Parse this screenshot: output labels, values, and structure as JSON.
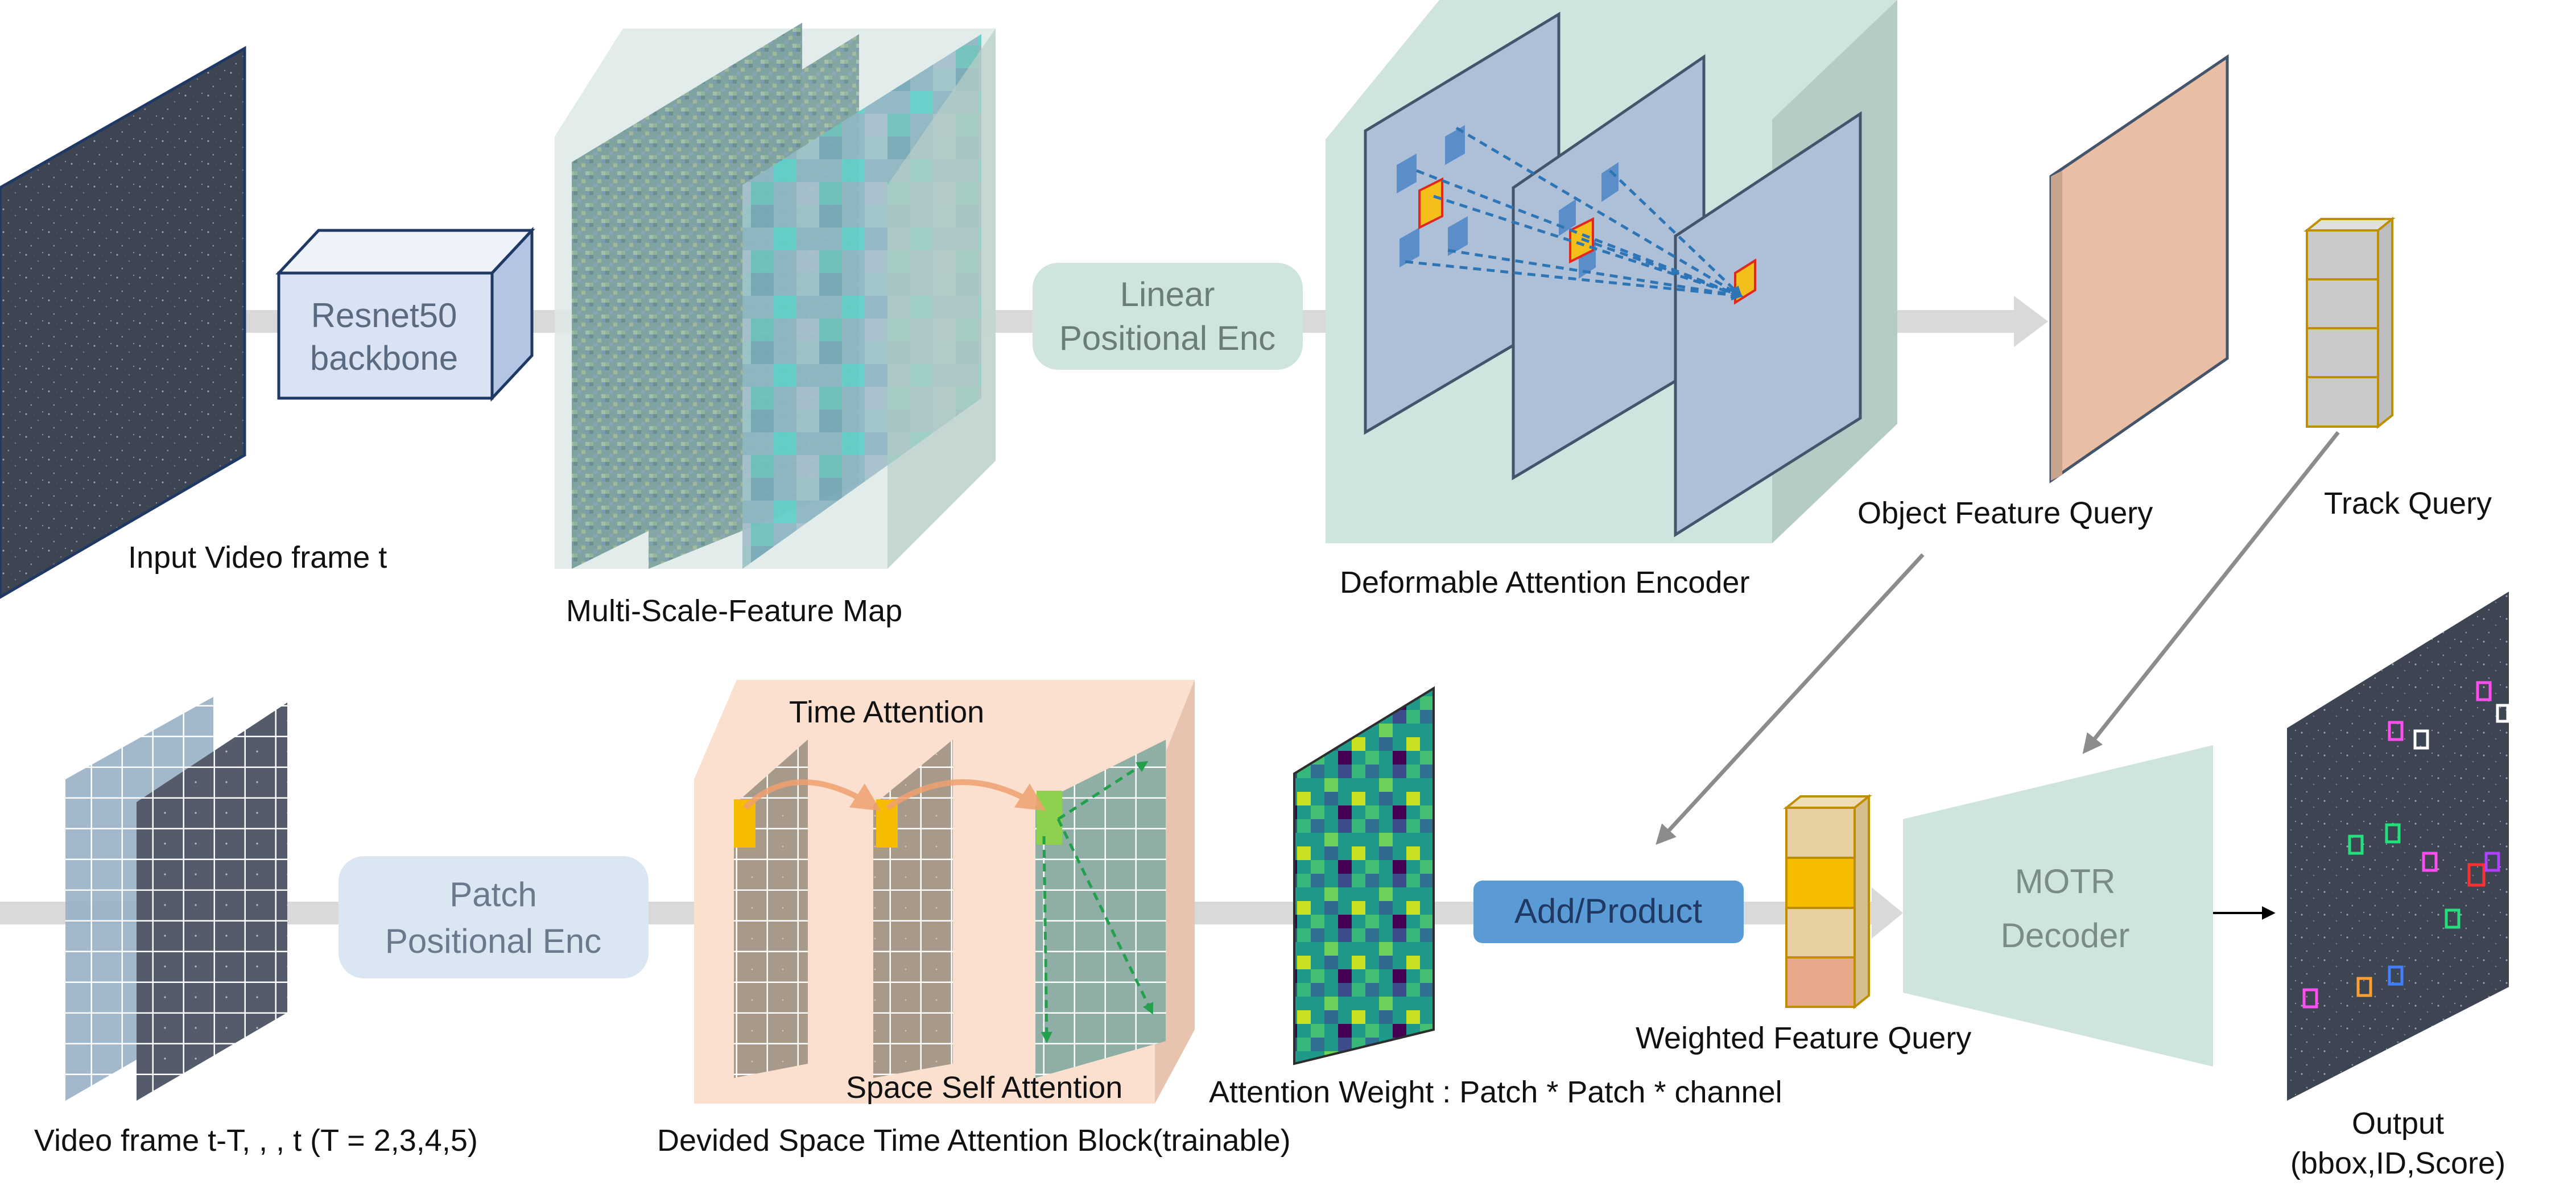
{
  "pipeline_top": {
    "input_label": "Input Video frame t",
    "backbone_line1": "Resnet50",
    "backbone_line2": "backbone",
    "feature_map_label": "Multi-Scale-Feature Map",
    "pos_enc_line1": "Linear",
    "pos_enc_line2": "Positional Enc",
    "encoder_label": "Deformable Attention Encoder",
    "object_query_label": "Object Feature Query",
    "track_query_label": "Track Query"
  },
  "pipeline_bottom": {
    "frames_label": "Video frame t-T, , , t (T = 2,3,4,5)",
    "patch_enc_line1": "Patch",
    "patch_enc_line2": "Positional Enc",
    "time_attention_label": "Time Attention",
    "space_attention_label": "Space Self Attention",
    "attention_block_label": "Devided Space Time Attention Block(trainable)",
    "attention_weight_label": "Attention Weight : Patch * Patch * channel",
    "add_product_label": "Add/Product",
    "weighted_query_label": "Weighted Feature Query",
    "decoder_line1": "MOTR",
    "decoder_line2": "Decoder",
    "output_line1": "Output",
    "output_line2": "(bbox,ID,Score)"
  },
  "colors": {
    "flow_arrow": "#d9d9d9",
    "backbone_fill": "#dae3f3",
    "encoder_box": "#cfe3df",
    "feature_query": "#e8bfa4",
    "track_query": "#c9c9c9",
    "weighted_query": [
      "#e6cfa0",
      "#f6bd00",
      "#e6cfa0",
      "#e9a88a"
    ],
    "attention_block": "#fbe0cf",
    "add_product": "#5b9bd5",
    "decoder": "#cfe3df",
    "patch_enc": "#dae7f3"
  }
}
